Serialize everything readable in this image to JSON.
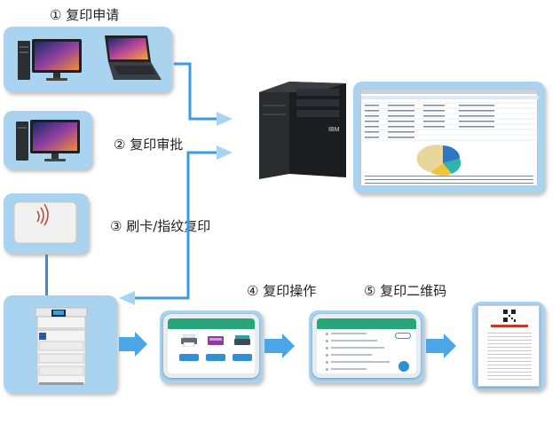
{
  "steps": {
    "apply": "① 复印申请",
    "approve": "② 复印审批",
    "swipe": "③ 刷卡/指纹复印",
    "operate": "④ 复印操作",
    "qrcode": "⑤ 复印二维码"
  },
  "server": {
    "brand": "IBM"
  },
  "colors": {
    "panel": "#a9d3ef",
    "arrow": "#3a9be0",
    "arrow_light": "#6fb8ea",
    "tablet_header": "#29a57a",
    "button": "#2f8fd0",
    "qr_title": "#c0392b"
  },
  "icons": [
    "desktop-pc-icon",
    "laptop-icon",
    "card-reader-icon",
    "copier-icon",
    "server-tower-icon",
    "printer-icon",
    "scanner-icon",
    "document-icon"
  ]
}
